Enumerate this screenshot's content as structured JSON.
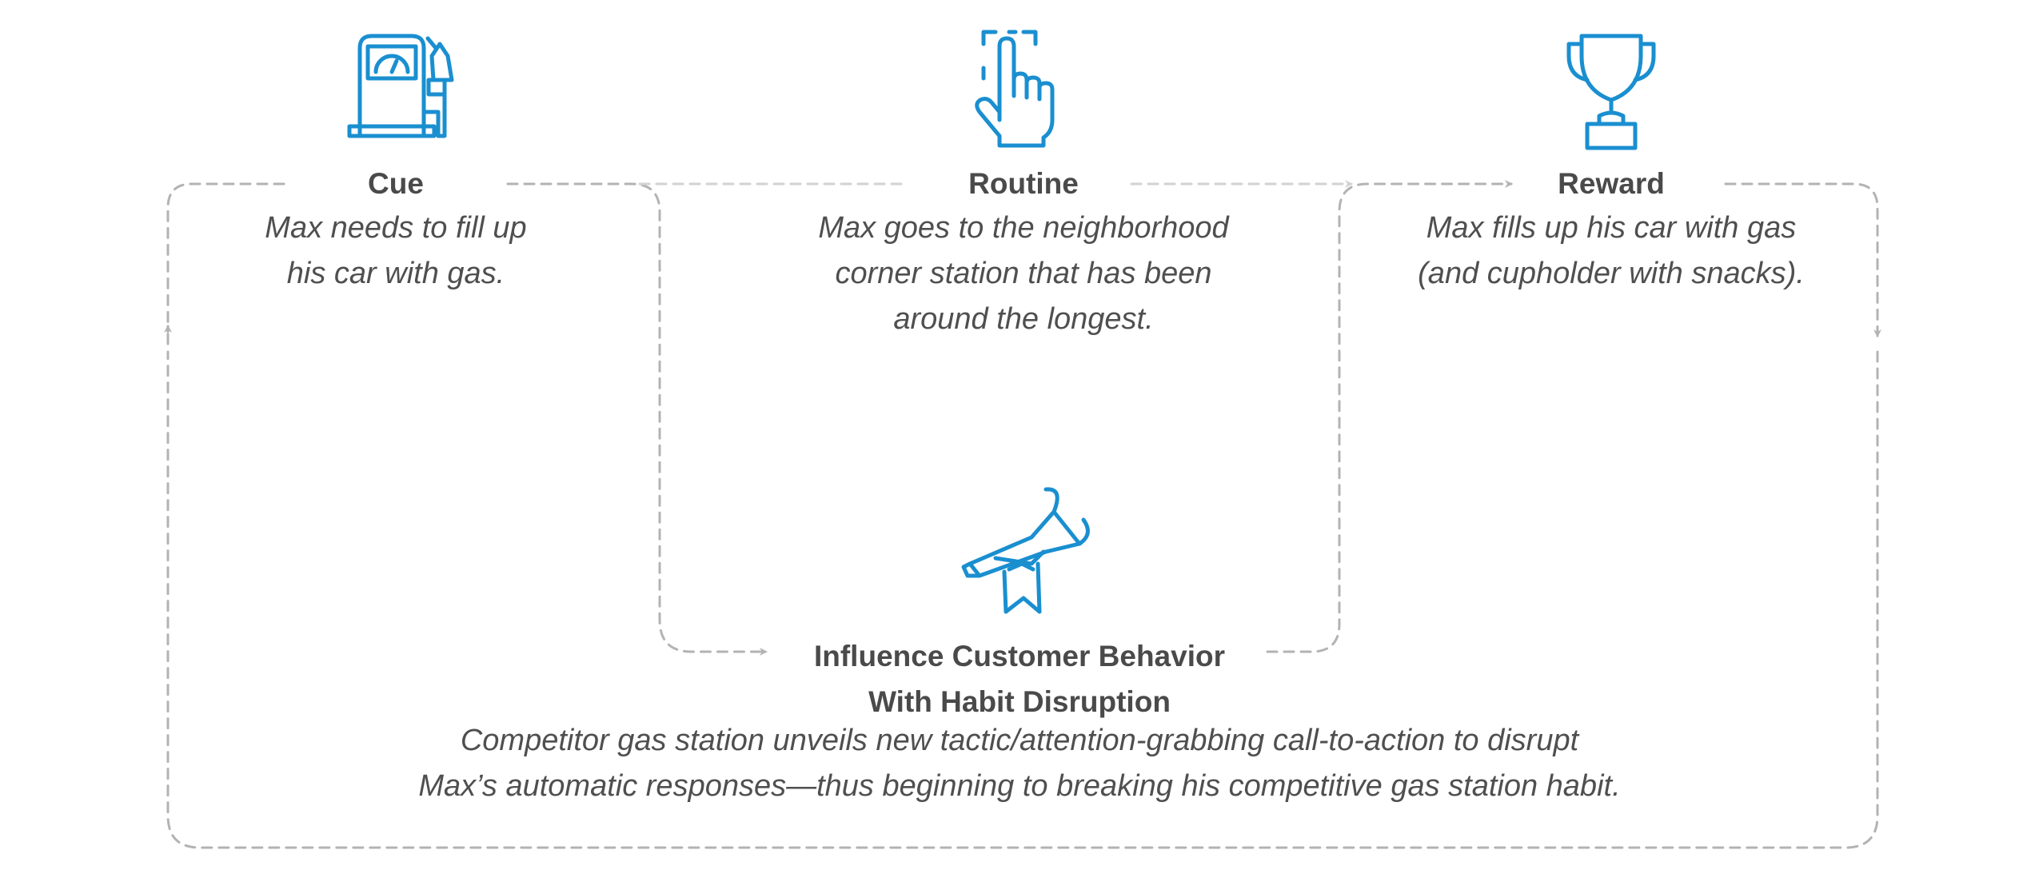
{
  "colors": {
    "icon": "#1a8fd0",
    "connector": "#b3b3b3",
    "connector_light": "#d2d2d2",
    "text": "#4a4a4a"
  },
  "nodes": {
    "cue": {
      "icon": "gas-pump-icon",
      "title": "Cue",
      "lines": [
        "Max needs to fill up",
        "his car with gas."
      ]
    },
    "routine": {
      "icon": "tap-gesture-icon",
      "title": "Routine",
      "lines": [
        "Max goes to the neighborhood",
        "corner station that has been",
        "around the longest."
      ]
    },
    "reward": {
      "icon": "trophy-icon",
      "title": "Reward",
      "lines": [
        "Max fills up his car with gas",
        "(and cupholder with snacks)."
      ]
    },
    "disruption": {
      "icon": "trumpet-icon",
      "title_lines": [
        "Influence Customer Behavior",
        "With Habit Disruption"
      ],
      "lines": [
        "Competitor gas station unveils new tactic/attention-grabbing call-to-action to disrupt",
        "Max’s automatic responses—thus beginning to breaking his competitive gas station habit."
      ]
    }
  }
}
